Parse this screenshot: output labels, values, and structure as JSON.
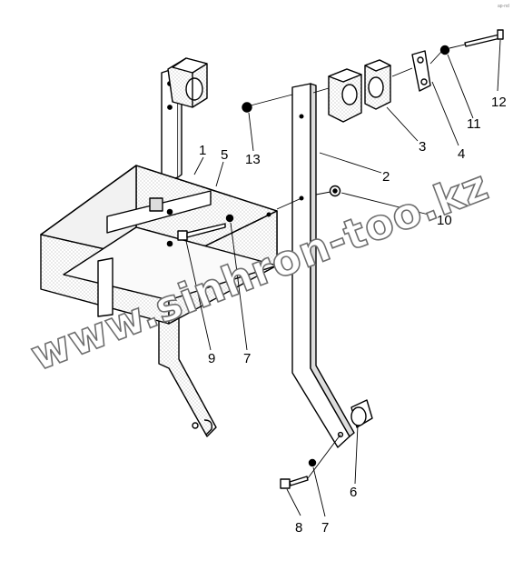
{
  "corner_mark": "ap-nd",
  "callouts": [
    {
      "label": "1"
    },
    {
      "label": "5"
    },
    {
      "label": "13"
    },
    {
      "label": "2"
    },
    {
      "label": "3"
    },
    {
      "label": "4"
    },
    {
      "label": "11"
    },
    {
      "label": "12"
    },
    {
      "label": "10"
    },
    {
      "label": "9"
    },
    {
      "label": "7"
    },
    {
      "label": "6"
    },
    {
      "label": "8"
    },
    {
      "label": "7"
    }
  ],
  "watermark": "www.sinhron-too.kz"
}
